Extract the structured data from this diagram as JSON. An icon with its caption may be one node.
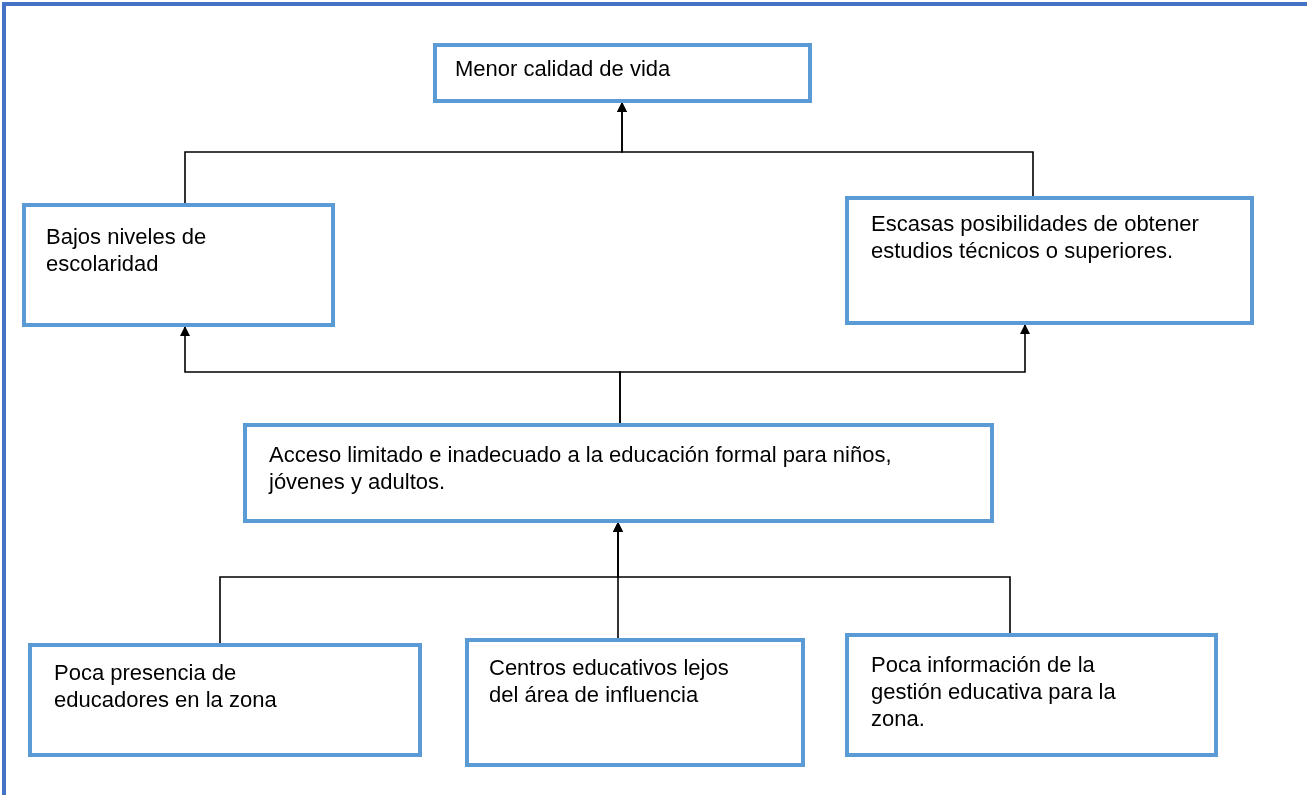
{
  "diagram": {
    "nodes": [
      {
        "text": [
          "Menor calidad de vida"
        ]
      },
      {
        "text": [
          "Bajos niveles de escolaridad"
        ]
      },
      {
        "text": [
          "Escasas posibilidades de obtener estudios técnicos o superiores."
        ]
      },
      {
        "text": [
          "Acceso limitado e inadecuado a la educación formal para niños, jóvenes y adultos."
        ]
      },
      {
        "text": [
          "Poca presencia de educadores en la zona"
        ]
      },
      {
        "text": [
          "Centros educativos lejos del área de influencia"
        ]
      },
      {
        "text": [
          "Poca información de la gestión educativa para la zona."
        ]
      }
    ],
    "edges": [
      {
        "from": 4,
        "to": 3,
        "arrow": "to"
      },
      {
        "from": 5,
        "to": 3,
        "arrow": "to"
      },
      {
        "from": 6,
        "to": 3,
        "arrow": "to"
      },
      {
        "from": 3,
        "to": 1,
        "arrow": "to"
      },
      {
        "from": 3,
        "to": 2,
        "arrow": "to"
      },
      {
        "from": 1,
        "to": 0,
        "arrow": "to"
      },
      {
        "from": 2,
        "to": 0,
        "arrow": "to"
      }
    ]
  }
}
